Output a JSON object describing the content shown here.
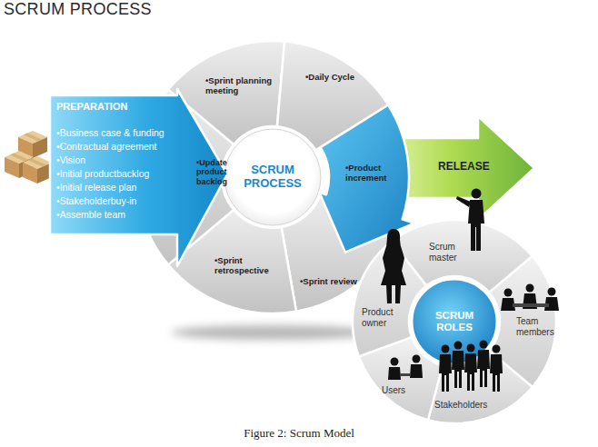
{
  "diagram": {
    "title": "SCRUM PROCESS",
    "caption": "Figure 2: Scrum Model",
    "nodes": [
      {
        "text": [
          "PREPARATION",
          "•Business case & funding",
          "•Contractual agreement",
          "•Vision",
          "•Initial productbacklog",
          "•Initial release plan",
          "•Stakeholderbuy-in",
          "•Assemble team"
        ]
      },
      {
        "text": [
          "SCRUM PROCESS"
        ]
      },
      {
        "text": [
          "•Sprint planning meeting"
        ]
      },
      {
        "text": [
          "•Daily Cycle"
        ]
      },
      {
        "text": [
          "•Product increment"
        ]
      },
      {
        "text": [
          "•Sprint review"
        ]
      },
      {
        "text": [
          "•Sprint retrospective"
        ]
      },
      {
        "text": [
          "•Update product backlog"
        ]
      },
      {
        "text": [
          "RELEASE"
        ]
      },
      {
        "text": [
          "SCRUM ROLES"
        ]
      },
      {
        "text": [
          "Scrum master"
        ]
      },
      {
        "text": [
          "Team members"
        ]
      },
      {
        "text": [
          "Stakeholders"
        ]
      },
      {
        "text": [
          "Users"
        ]
      },
      {
        "text": [
          "Product owner"
        ]
      }
    ]
  }
}
